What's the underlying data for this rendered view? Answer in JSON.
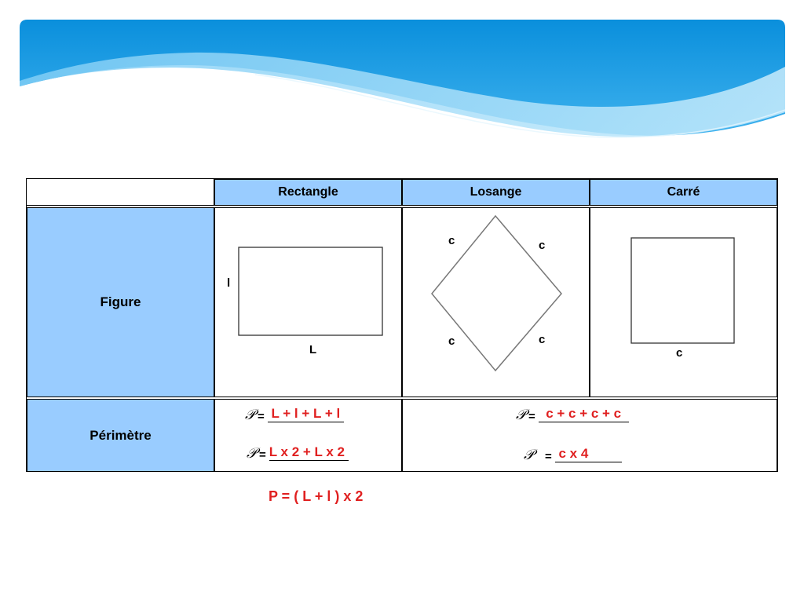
{
  "header": {
    "columns": [
      "Rectangle",
      "Losange",
      "Carré"
    ]
  },
  "rows": {
    "figure_label": "Figure",
    "perimeter_label": "Périmètre"
  },
  "figures": {
    "rectangle": {
      "side_width": "l",
      "side_length": "L"
    },
    "losange": {
      "side_tl": "c",
      "side_tr": "c",
      "side_bl": "c",
      "side_br": "c"
    },
    "carre": {
      "side": "c"
    }
  },
  "perimeter": {
    "symbol": "𝒫",
    "equals": "=",
    "rectangle": {
      "formula_1": " L + l + L + l ",
      "formula_2": "L x 2 + L x 2 "
    },
    "square_losange": {
      "formula_1": "  c + c + c + c  ",
      "formula_2": " c x 4         "
    }
  },
  "note": {
    "text": "P = ( L + l ) x 2"
  },
  "colors": {
    "header_blue": "#99ccff",
    "answer_red": "#e02020",
    "banner_blue": "#1a9ae0"
  }
}
